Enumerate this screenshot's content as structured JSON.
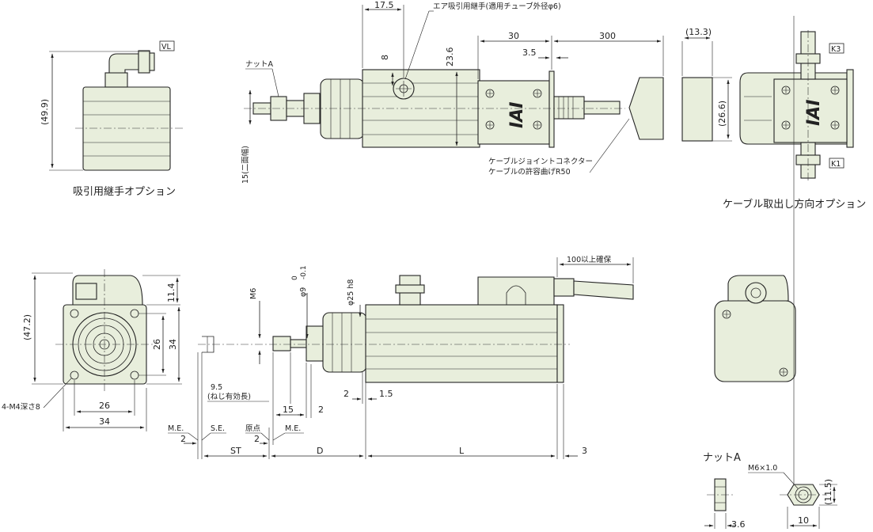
{
  "captions": {
    "suction_option": "吸引用継手オプション",
    "cable_option": "ケーブル取出し方向オプション",
    "nut_a_title": "ナットA"
  },
  "labels": {
    "vl": "VL",
    "k3": "K3",
    "k1": "K1",
    "air_joint": "エア吸引用継手(適用チューブ外径φ6)",
    "nut_a": "ナットA",
    "cable_connector": "ケーブルジョイントコネクター",
    "cable_bend": "ケーブルの許容曲げR50",
    "two_face_width": "15(二面幅)",
    "m4_depth": "4-M4深さ8",
    "thread_len_value": "9.5",
    "thread_len_note": "(ねじ有効長)",
    "cable_reserve": "100以上確保",
    "me_left": "M.E.",
    "se": "S.E.",
    "origin": "原点",
    "me_right": "M.E.",
    "m6": "M6",
    "phi9": "φ9",
    "phi9_tol_upper": "0",
    "phi9_tol_lower": "-0.1",
    "phi25": "φ25 h8",
    "m6x1": "M6×1.0",
    "iai": "IAI"
  },
  "dims": {
    "d_49_9": "(49.9)",
    "d_17_5": "17.5",
    "d_8": "8",
    "d_23_6": "23.6",
    "d_30": "30",
    "d_3_5": "3.5",
    "d_300": "300",
    "d_13_3": "(13.3)",
    "d_26_6": "(26.6)",
    "d_47_2": "(47.2)",
    "d_11_4": "11.4",
    "d_26_v": "26",
    "d_34_v": "34",
    "d_26_h": "26",
    "d_34_h": "34",
    "d_2_a": "2",
    "d_1_5": "1.5",
    "d_15": "15",
    "d_2_b": "2",
    "d_2_c": "2",
    "d_2_d": "2",
    "d_st": "ST",
    "d_d": "D",
    "d_l": "L",
    "d_3": "3",
    "d_11_5": "(11.5)",
    "d_3_6": "3.6",
    "d_10": "10"
  }
}
